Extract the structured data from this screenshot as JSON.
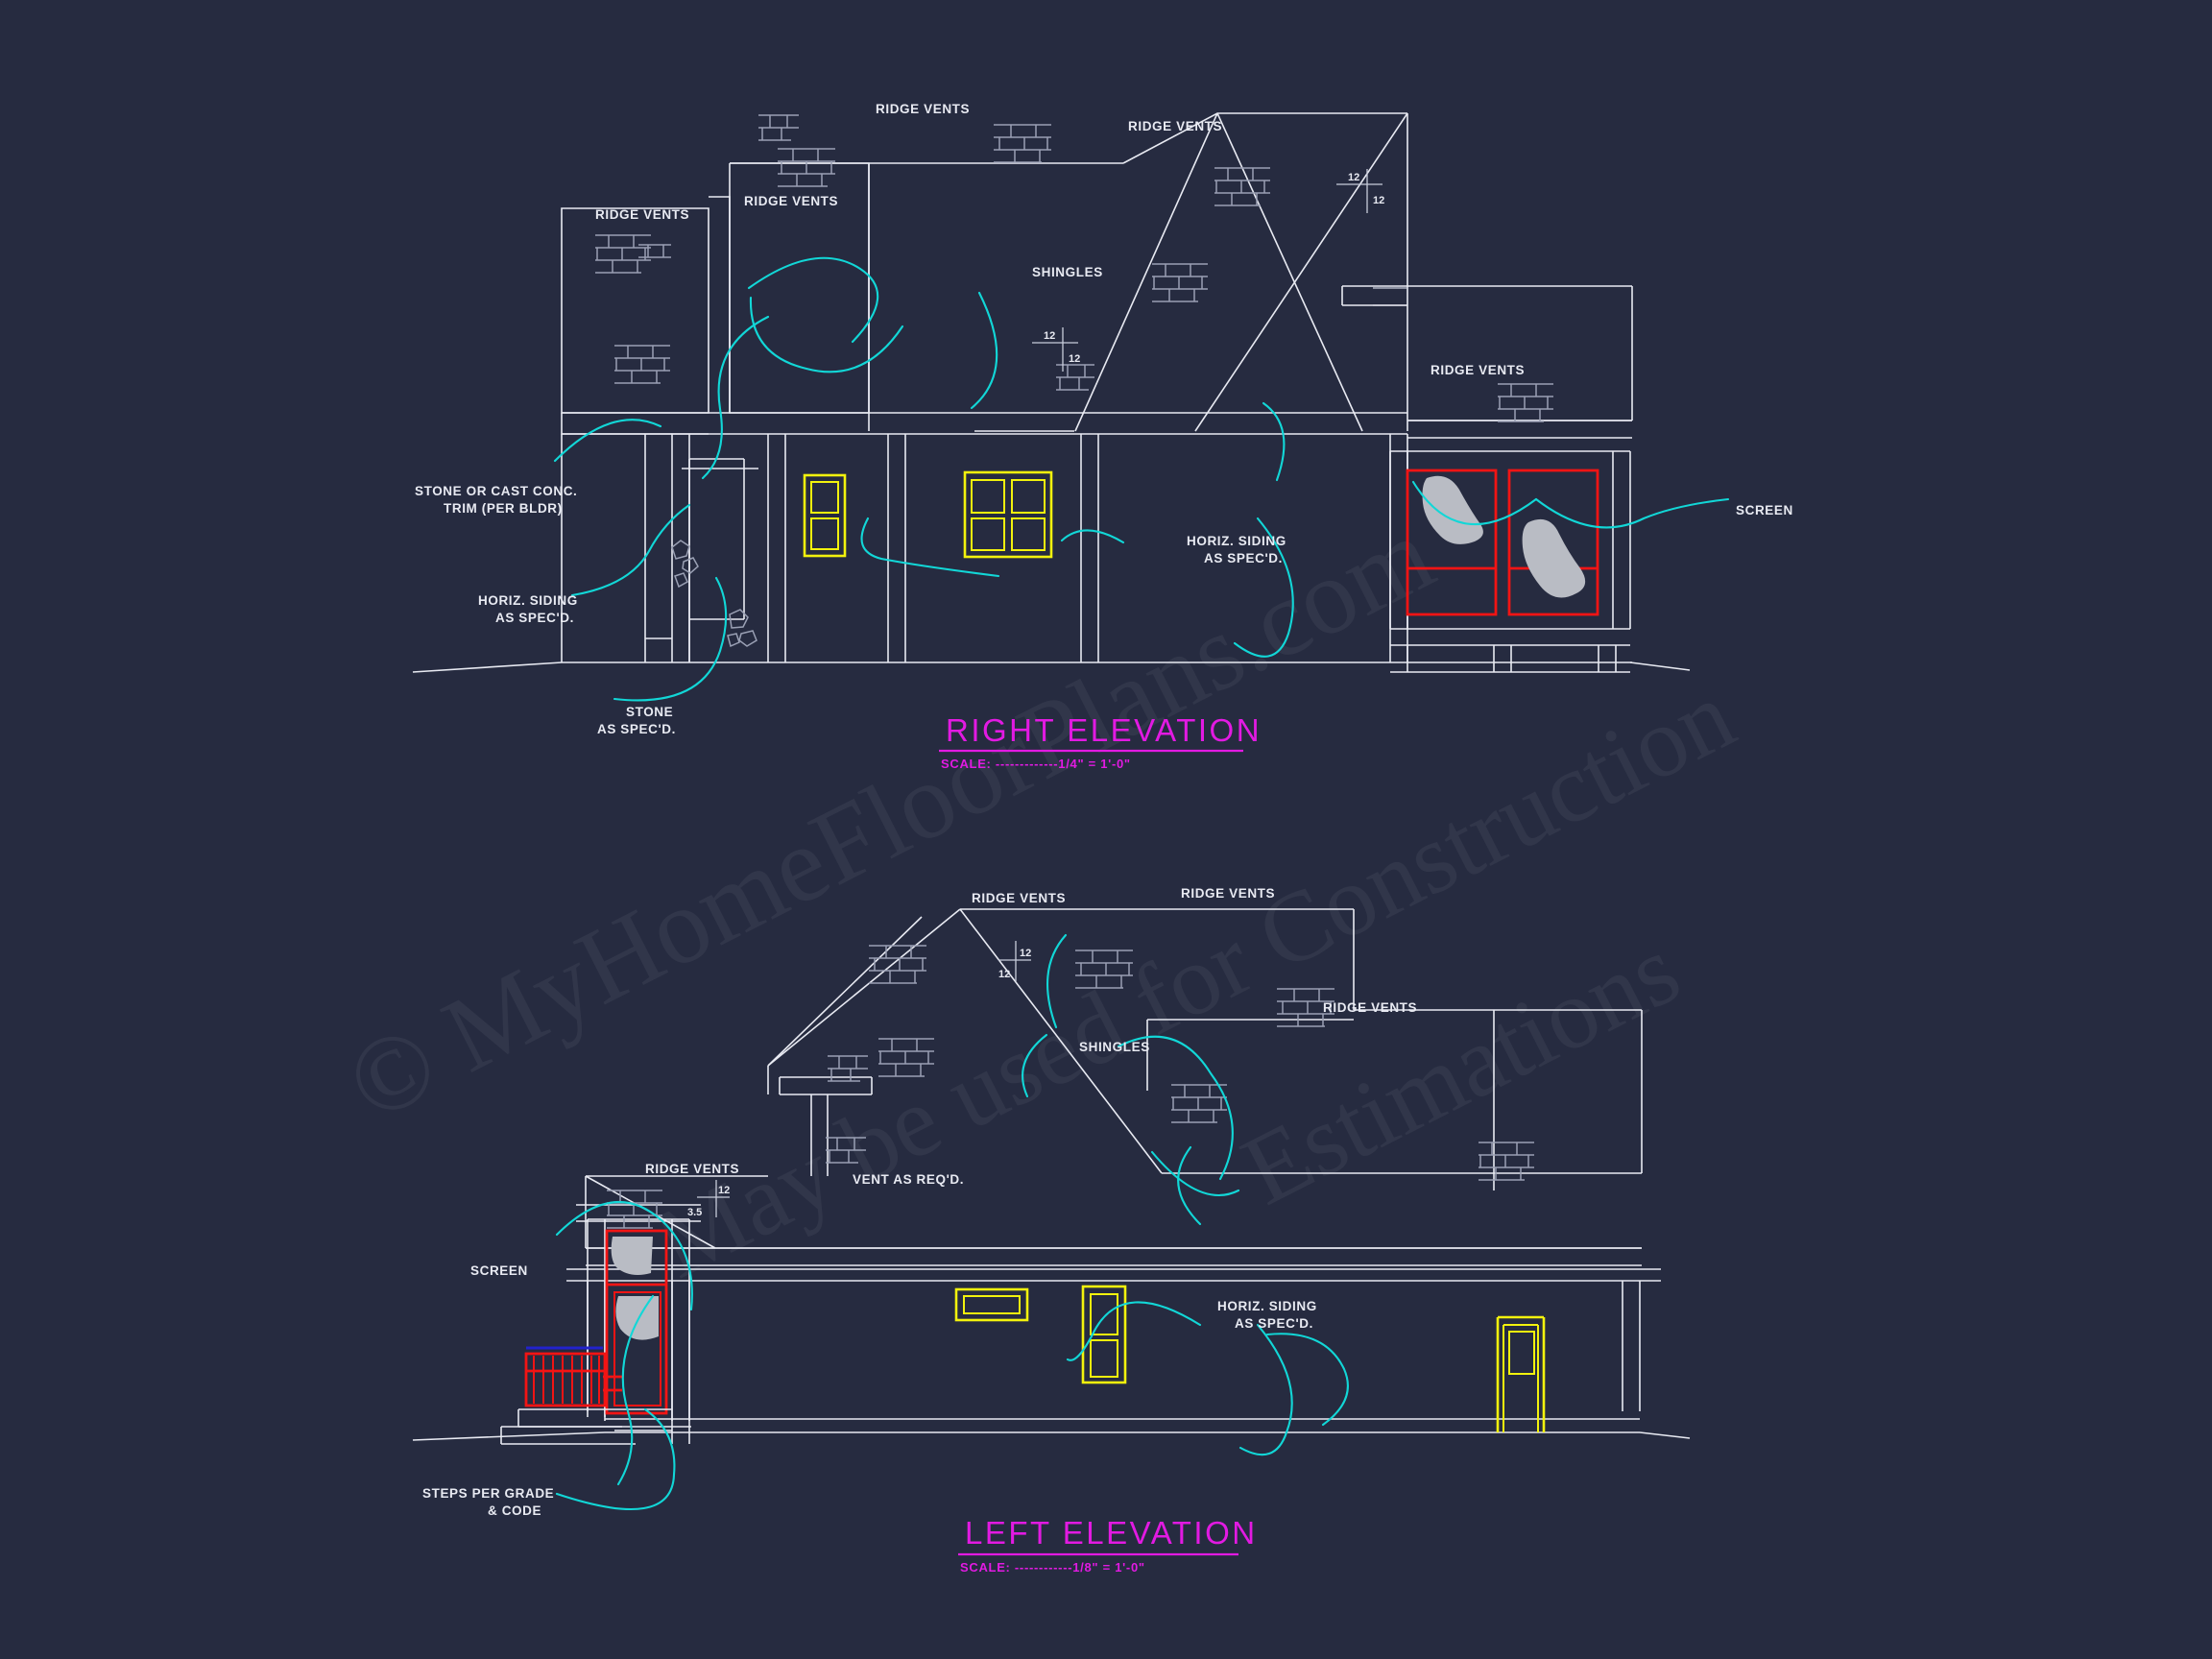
{
  "document": {
    "type": "architectural-elevation-drawing",
    "background_color": "#262b40",
    "line_color": "#e8eaf2",
    "leader_color": "#12d7d7",
    "title_color": "#e21ae2",
    "window_color": "#f2f20d",
    "screen_color": "#f21414"
  },
  "watermark": {
    "line1": "© MyHomeFloorPlans.com",
    "line2": "May be used for Construction",
    "line3": "Estimations"
  },
  "elevations": [
    {
      "id": "right-elevation",
      "title": "RIGHT ELEVATION",
      "scale_label": "SCALE: -------------1/4\" = 1'-0\"",
      "annotations": [
        {
          "name": "ridge-vents-1",
          "text": "RIDGE VENTS"
        },
        {
          "name": "ridge-vents-2",
          "text": "RIDGE VENTS"
        },
        {
          "name": "ridge-vents-3",
          "text": "RIDGE VENTS"
        },
        {
          "name": "ridge-vents-4",
          "text": "RIDGE VENTS"
        },
        {
          "name": "ridge-vents-5",
          "text": "RIDGE VENTS"
        },
        {
          "name": "shingles",
          "text": "SHINGLES"
        },
        {
          "name": "stone-cast-conc-trim",
          "text": "STONE OR CAST CONC."
        },
        {
          "name": "stone-cast-conc-trim-2",
          "text": "TRIM (PER BLDR)"
        },
        {
          "name": "horiz-siding-left",
          "text": "HORIZ. SIDING"
        },
        {
          "name": "horiz-siding-left-2",
          "text": "AS SPEC'D."
        },
        {
          "name": "stone-as-specd",
          "text": "STONE"
        },
        {
          "name": "stone-as-specd-2",
          "text": "AS SPEC'D."
        },
        {
          "name": "horiz-siding-mid",
          "text": "HORIZ. SIDING"
        },
        {
          "name": "horiz-siding-mid-2",
          "text": "AS SPEC'D."
        },
        {
          "name": "screen",
          "text": "SCREEN"
        }
      ],
      "pitch_markers": [
        {
          "rise": "12",
          "run": "12"
        },
        {
          "rise": "12",
          "run": "12"
        }
      ]
    },
    {
      "id": "left-elevation",
      "title": "LEFT ELEVATION",
      "scale_label": "SCALE: ------------1/8\" = 1'-0\"",
      "annotations": [
        {
          "name": "ridge-vents-1",
          "text": "RIDGE VENTS"
        },
        {
          "name": "ridge-vents-2",
          "text": "RIDGE VENTS"
        },
        {
          "name": "ridge-vents-3",
          "text": "RIDGE VENTS"
        },
        {
          "name": "ridge-vents-4",
          "text": "RIDGE VENTS"
        },
        {
          "name": "shingles",
          "text": "SHINGLES"
        },
        {
          "name": "vent-as-reqd",
          "text": "VENT AS REQ'D."
        },
        {
          "name": "screen",
          "text": "SCREEN"
        },
        {
          "name": "horiz-siding",
          "text": "HORIZ. SIDING"
        },
        {
          "name": "horiz-siding-2",
          "text": "AS SPEC'D."
        },
        {
          "name": "steps-per-grade",
          "text": "STEPS PER GRADE"
        },
        {
          "name": "steps-per-grade-2",
          "text": "& CODE"
        }
      ],
      "pitch_markers": [
        {
          "rise": "12",
          "run": "12"
        },
        {
          "rise": "12",
          "run": "3.5"
        }
      ]
    }
  ],
  "texts": {
    "ridge_vents": "RIDGE VENTS",
    "shingles": "SHINGLES",
    "screen": "SCREEN",
    "vent_as_reqd": "VENT AS REQ'D.",
    "horiz_siding_1": "HORIZ. SIDING",
    "horiz_siding_2": "AS SPEC'D.",
    "stone_trim_1": "STONE OR CAST CONC.",
    "stone_trim_2": "TRIM (PER BLDR)",
    "stone_1": "STONE",
    "stone_2": "AS SPEC'D.",
    "steps_1": "STEPS PER GRADE",
    "steps_2": "& CODE",
    "twelve": "12",
    "three_five": "3.5",
    "right_title": "RIGHT ELEVATION",
    "right_scale": "SCALE: -------------1/4\" = 1'-0\"",
    "left_title": "LEFT ELEVATION",
    "left_scale": "SCALE: ------------1/8\" = 1'-0\""
  }
}
